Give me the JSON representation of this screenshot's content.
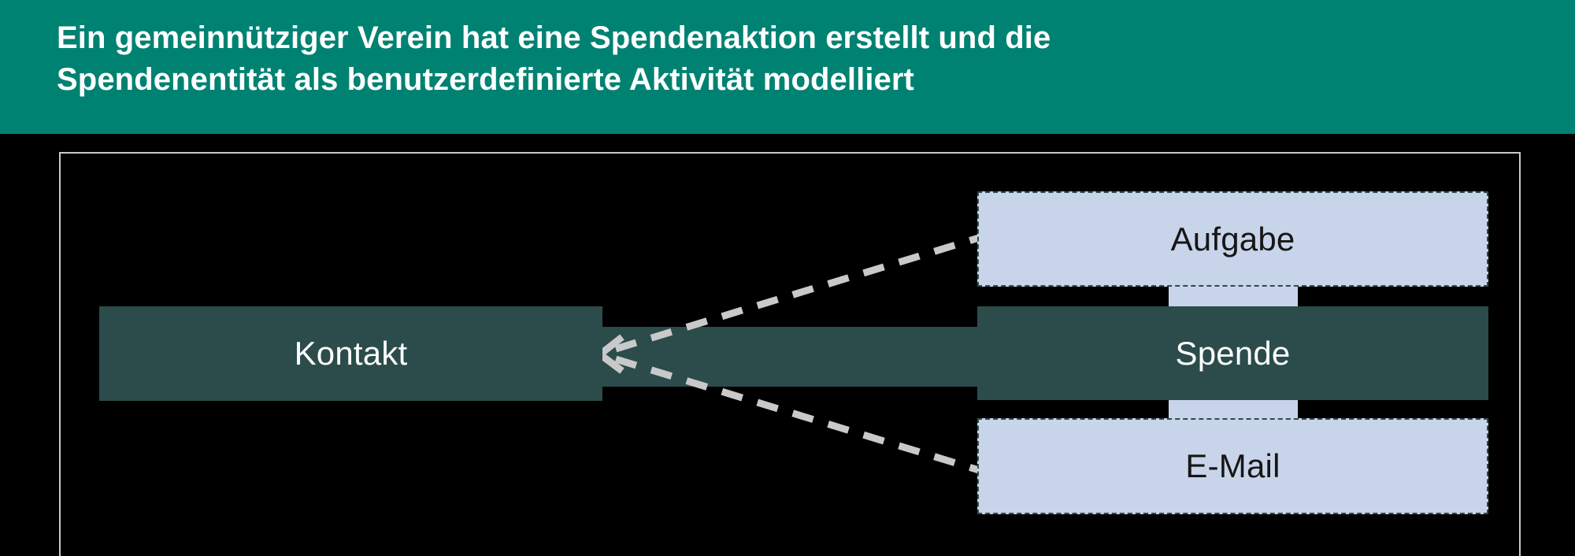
{
  "header": {
    "title": "Ein gemeinnütziger Verein hat eine Spendenaktion erstellt und die\nSpendenentität als benutzerdefinierte Aktivität modelliert",
    "background_color": "#008272",
    "text_color": "#ffffff"
  },
  "diagram": {
    "frame_border_color": "#c9c9c9",
    "canvas_color": "#000000",
    "colors": {
      "entity_solid_fill": "#2b4c4a",
      "entity_solid_text": "#ffffff",
      "activity_fill": "#c8d4ea",
      "activity_text": "#161616",
      "activity_border": "#2b4c4a",
      "relation_line": "#c9c9c9"
    },
    "nodes": [
      {
        "id": "kontakt",
        "label": "Kontakt",
        "style": "solid"
      },
      {
        "id": "aufgabe",
        "label": "Aufgabe",
        "style": "dashed"
      },
      {
        "id": "spende",
        "label": "Spende",
        "style": "solid"
      },
      {
        "id": "email",
        "label": "E-Mail",
        "style": "dashed"
      }
    ],
    "relations": [
      {
        "from": "kontakt",
        "to": "aufgabe",
        "style": "dashed",
        "arrow": "left"
      },
      {
        "from": "kontakt",
        "to": "spende",
        "style": "solid-bar",
        "arrow": "none"
      },
      {
        "from": "kontakt",
        "to": "email",
        "style": "dashed",
        "arrow": "left"
      }
    ]
  }
}
